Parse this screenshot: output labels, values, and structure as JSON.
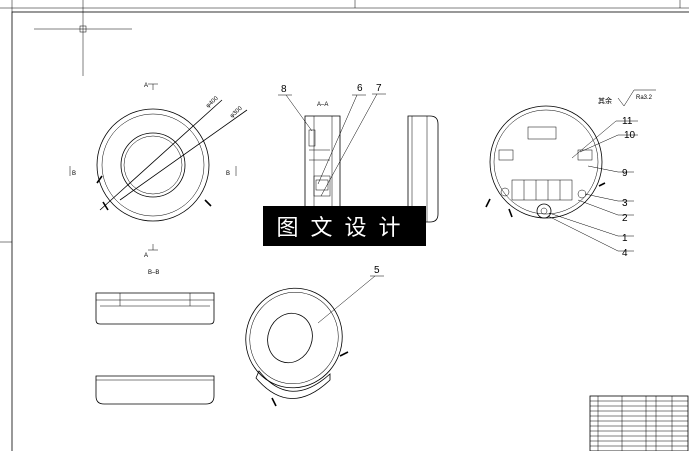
{
  "watermark": "图文设计",
  "labels": {
    "section_a_top": "A",
    "section_a_bottom": "A",
    "section_b_left": "B",
    "section_b_right": "B",
    "section_aa": "A–A",
    "section_bb": "B–B",
    "dia_outer": "φ400",
    "dia_inner": "φ300",
    "roughness": "其余",
    "roughness_value": "Ra3.2"
  },
  "balloons": {
    "b1": "1",
    "b2": "2",
    "b3": "3",
    "b4": "4",
    "b5": "5",
    "b6": "6",
    "b7": "7",
    "b8": "8",
    "b9": "9",
    "b10": "10",
    "b11": "11"
  },
  "colors": {
    "ink": "#000000",
    "paper": "#ffffff"
  }
}
